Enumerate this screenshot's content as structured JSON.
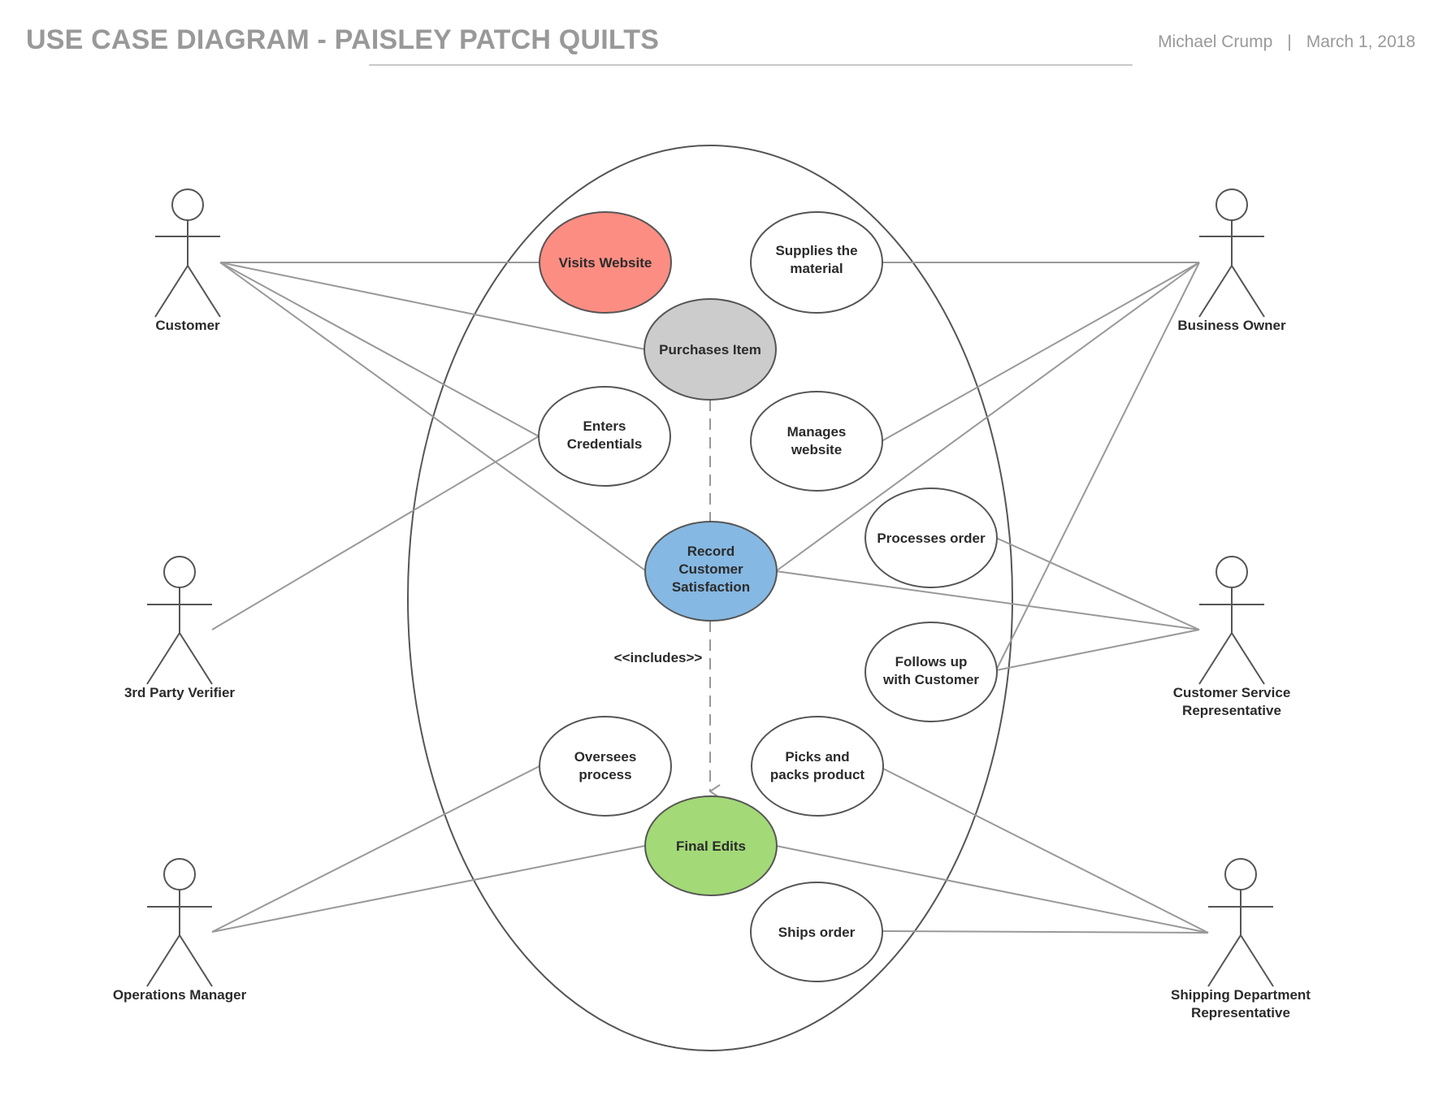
{
  "header": {
    "title": "USE CASE DIAGRAM - PAISLEY PATCH QUILTS",
    "author": "Michael Crump",
    "separator": "|",
    "date": "March 1, 2018"
  },
  "colors": {
    "visits_website": "#fc8d82",
    "purchases_item": "#cccccc",
    "record_satisfaction": "#85b8e2",
    "final_edits": "#a3d977",
    "default_use_case": "#ffffff",
    "stroke": "#555555",
    "association_line": "#999999"
  },
  "actors": {
    "customer": "Customer",
    "verifier": "3rd Party Verifier",
    "ops_manager": "Operations Manager",
    "business_owner": "Business Owner",
    "csr": [
      "Customer Service",
      "Representative"
    ],
    "shipping": [
      "Shipping Department",
      "Representative"
    ]
  },
  "use_cases": {
    "visits_website": [
      "Visits Website"
    ],
    "supplies_material": [
      "Supplies the",
      "material"
    ],
    "purchases_item": [
      "Purchases Item"
    ],
    "enters_credentials": [
      "Enters",
      "Credentials"
    ],
    "manages_website": [
      "Manages",
      "website"
    ],
    "processes_order": [
      "Processes order"
    ],
    "record_satisfaction": [
      "Record",
      "Customer",
      "Satisfaction"
    ],
    "follows_up": [
      "Follows up",
      "with Customer"
    ],
    "oversees_process": [
      "Oversees",
      "process"
    ],
    "picks_packs": [
      "Picks and",
      "packs product"
    ],
    "final_edits": [
      "Final Edits"
    ],
    "ships_order": [
      "Ships order"
    ]
  },
  "relationships": {
    "include_label": "<<includes>>"
  }
}
